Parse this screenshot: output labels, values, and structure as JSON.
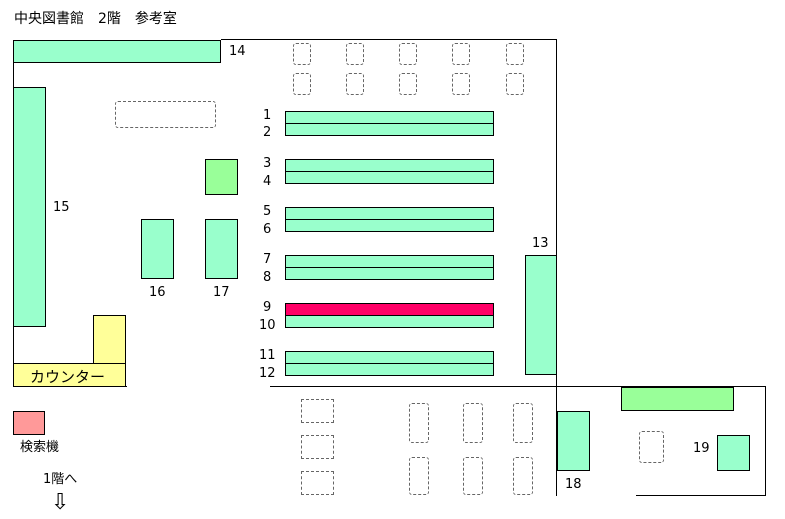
{
  "title": "中央図書館　2階　参考室",
  "counter": "カウンター",
  "search_terminal": "検索機",
  "stairs": "1階へ",
  "arrow_glyph": "⇩",
  "shelf_numbers": {
    "s1": "1",
    "s2": "2",
    "s3": "3",
    "s4": "4",
    "s5": "5",
    "s6": "6",
    "s7": "7",
    "s8": "8",
    "s9": "9",
    "s10": "10",
    "s11": "11",
    "s12": "12",
    "s13": "13",
    "s14": "14",
    "s15": "15",
    "s16": "16",
    "s17": "17",
    "s18": "18",
    "s19": "19"
  },
  "highlighted_shelf": "9",
  "colors": {
    "shelf": "#99ffcc",
    "highlight": "#ff0066",
    "green_block": "#99ff99",
    "counter": "#ffff99",
    "search_terminal": "#ff9999"
  }
}
